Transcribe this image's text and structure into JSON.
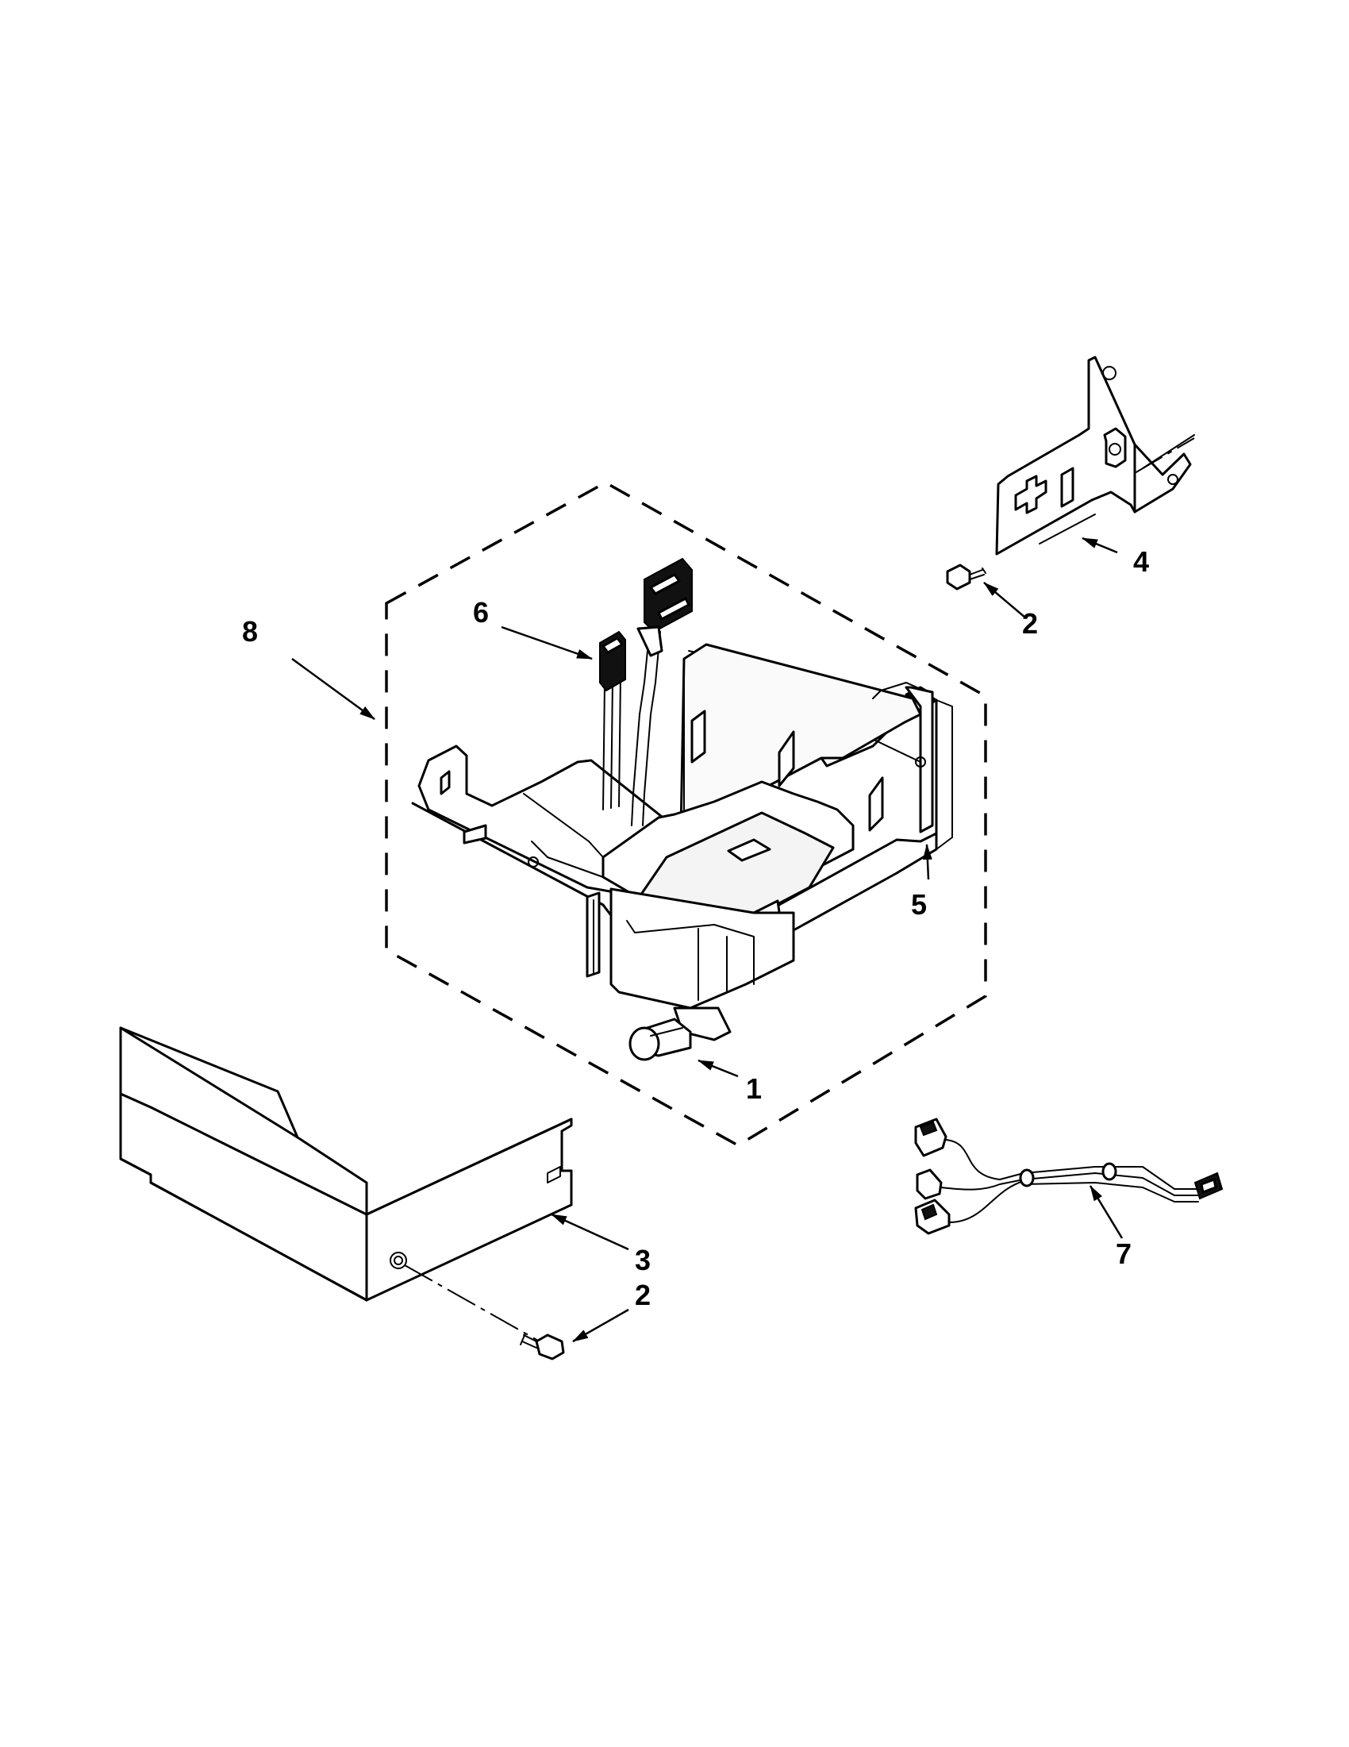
{
  "callouts": [
    {
      "id": "1",
      "label": "1"
    },
    {
      "id": "2a",
      "label": "2"
    },
    {
      "id": "2b",
      "label": "2"
    },
    {
      "id": "3",
      "label": "3"
    },
    {
      "id": "4",
      "label": "4"
    },
    {
      "id": "5",
      "label": "5"
    },
    {
      "id": "6",
      "label": "6"
    },
    {
      "id": "7",
      "label": "7"
    },
    {
      "id": "8",
      "label": "8"
    }
  ]
}
